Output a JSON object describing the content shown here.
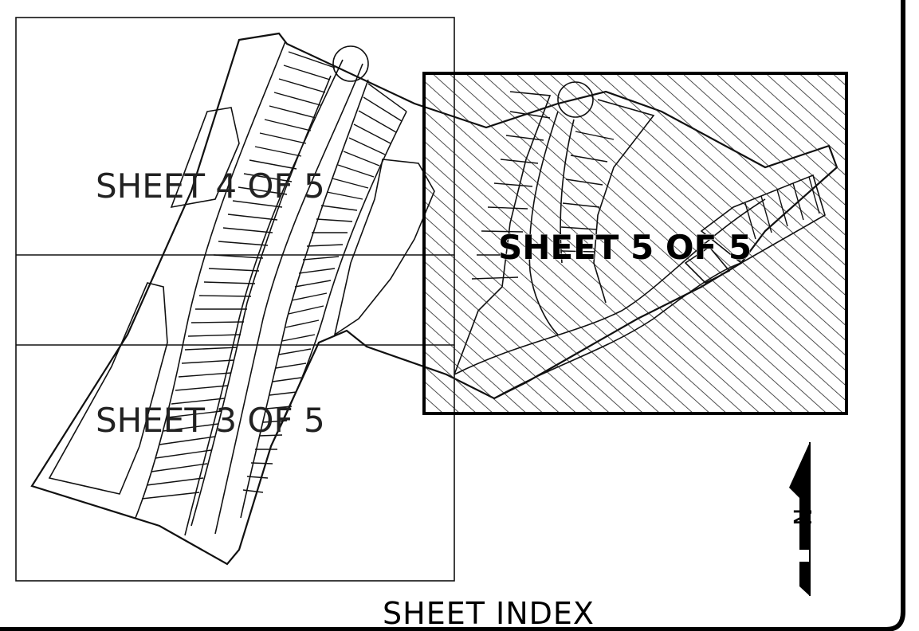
{
  "diagram": {
    "title": "SHEET INDEX",
    "sheets": [
      {
        "label": "SHEET 4 OF 5",
        "highlighted": false
      },
      {
        "label": "SHEET 3 OF 5",
        "highlighted": false
      },
      {
        "label": "SHEET 5 OF 5",
        "highlighted": true
      }
    ],
    "north_arrow_letter": "N",
    "colors": {
      "line": "#111111",
      "hatch": "#222222",
      "background": "#ffffff"
    }
  }
}
